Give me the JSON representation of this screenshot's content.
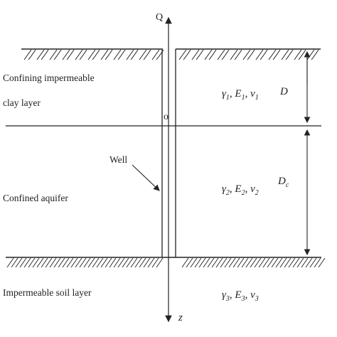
{
  "axis": {
    "top_label": "Q",
    "bottom_label": "z",
    "origin_label": "o"
  },
  "layers": [
    {
      "name": "Confining impermeable",
      "name2": "clay layer",
      "params": "γ1, E1, v1"
    },
    {
      "name": "Confined aquifer",
      "params": "γ2, E2, v2"
    },
    {
      "name": "Impermeable soil layer",
      "params": "γ3, E3, v3"
    }
  ],
  "dimensions": {
    "d1": "D",
    "d2": "Dc"
  },
  "well": {
    "label": "Well"
  },
  "colors": {
    "line": "#222222"
  }
}
